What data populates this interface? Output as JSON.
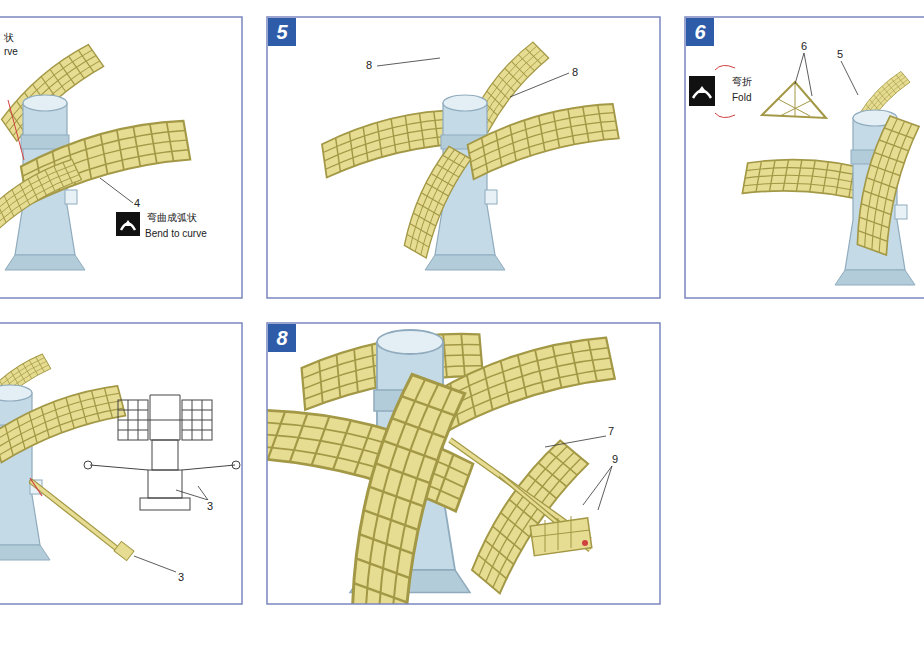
{
  "diagram": {
    "nodes": [
      {
        "text": [
          "5"
        ]
      },
      {
        "text": [
          "6"
        ]
      },
      {
        "text": [
          "8"
        ]
      }
    ],
    "labels": [
      "状",
      "rve",
      "4",
      "弯曲成弧状",
      "Bend to curve",
      "8",
      "8",
      "弯折",
      "Fold",
      "6",
      "5",
      "3",
      "3",
      "7",
      "9"
    ]
  }
}
